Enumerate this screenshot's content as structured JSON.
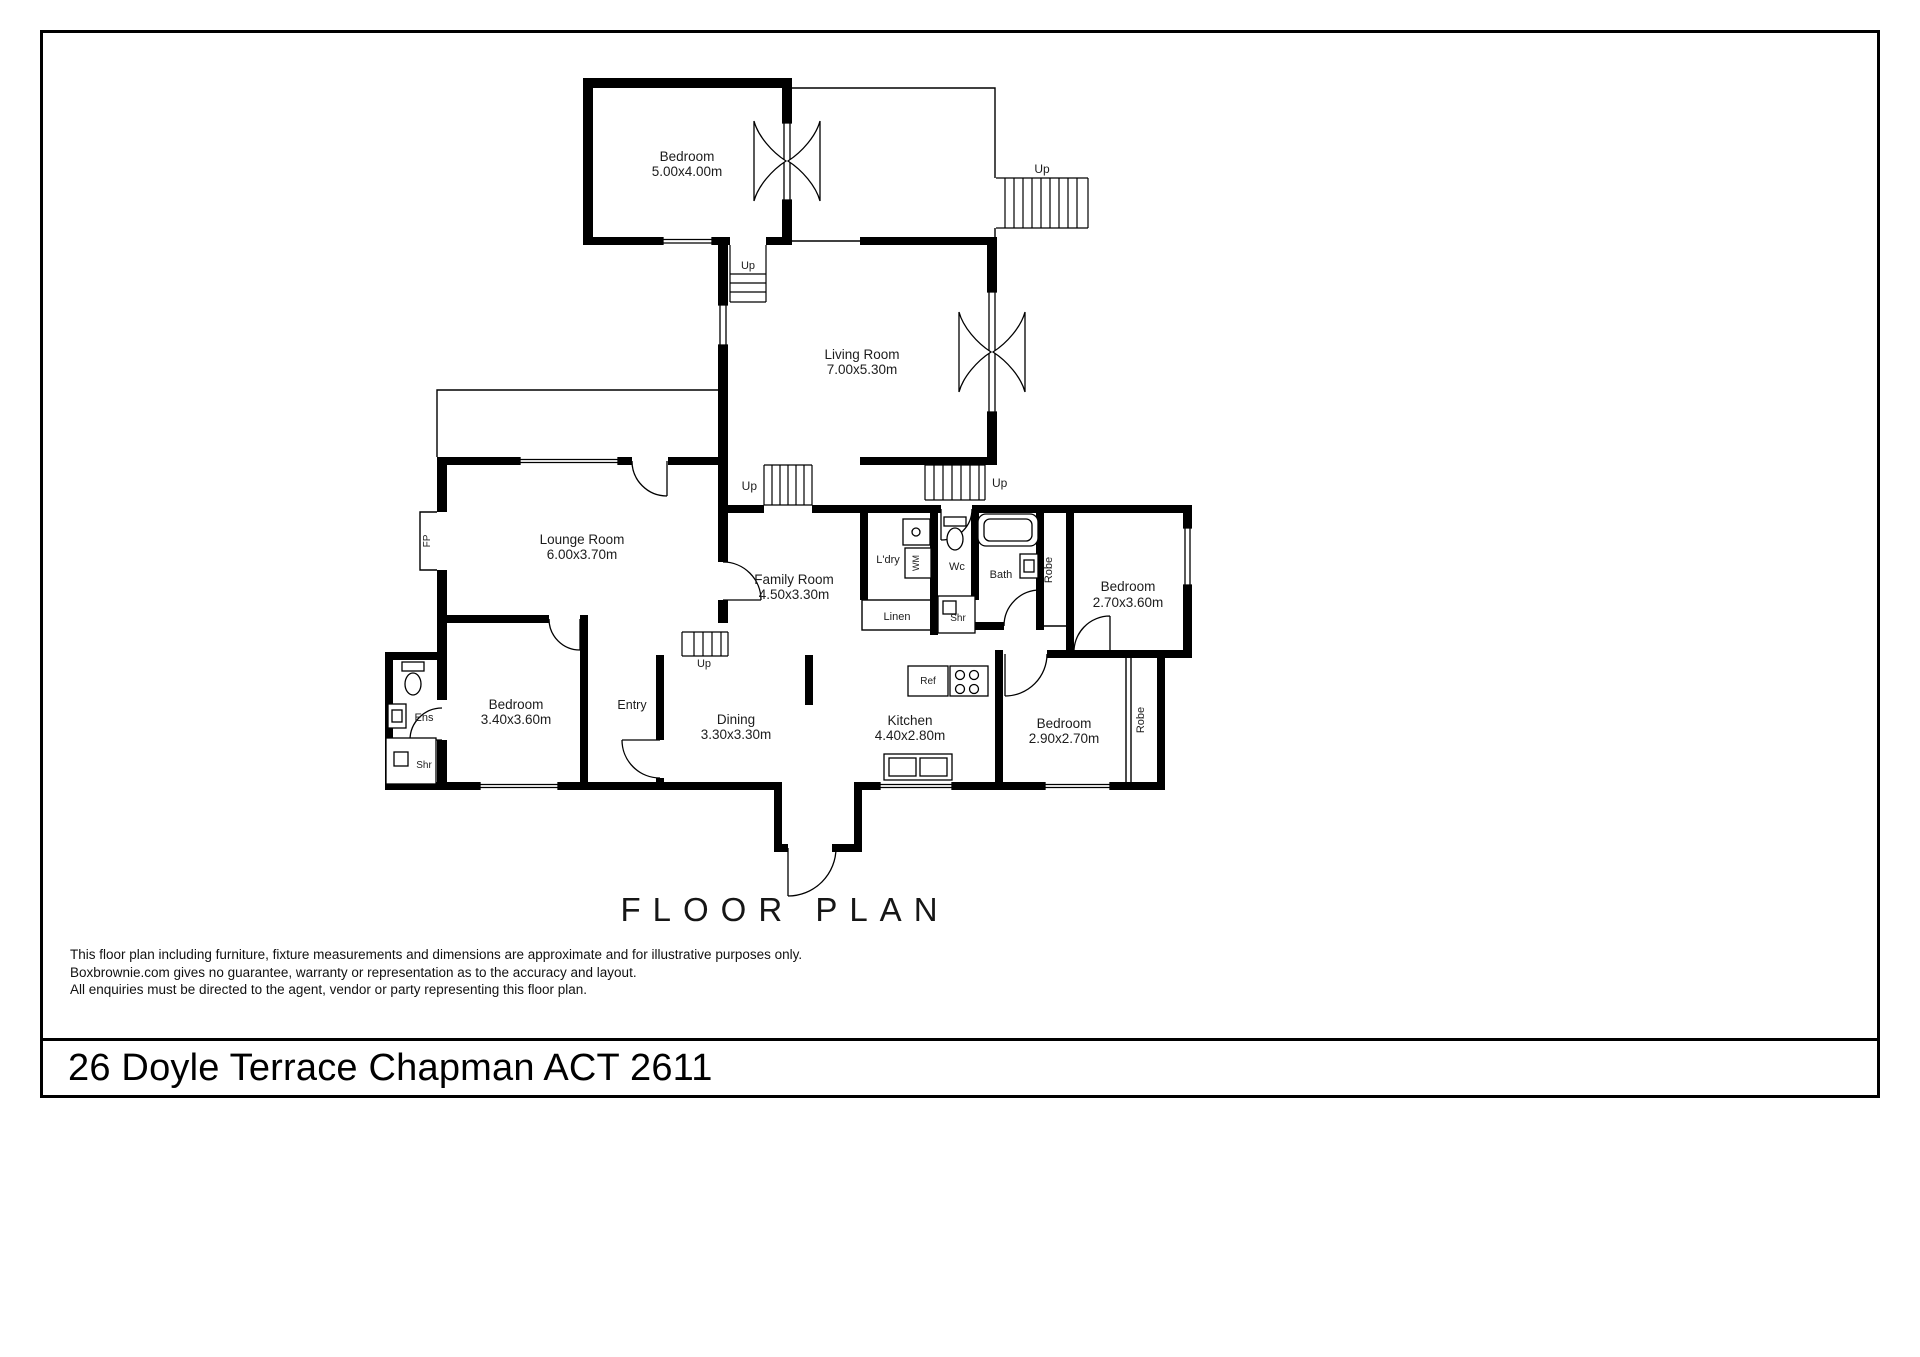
{
  "page": {
    "title": "FLOOR PLAN",
    "address": "26 Doyle Terrace Chapman ACT 2611",
    "disclaimer": [
      "This floor plan including furniture, fixture measurements and dimensions are approximate and for illustrative purposes only.",
      "Boxbrownie.com gives no guarantee, warranty or representation as to the accuracy and layout.",
      "All enquiries must be directed to the agent, vendor or party representing this floor plan."
    ]
  },
  "rooms": {
    "bedroom_top": {
      "name": "Bedroom",
      "dims": "5.00x4.00m"
    },
    "living": {
      "name": "Living Room",
      "dims": "7.00x5.30m"
    },
    "lounge": {
      "name": "Lounge Room",
      "dims": "6.00x3.70m"
    },
    "family": {
      "name": "Family Room",
      "dims": "4.50x3.30m"
    },
    "bedroom_right": {
      "name": "Bedroom",
      "dims": "2.70x3.60m"
    },
    "bedroom_left": {
      "name": "Bedroom",
      "dims": "3.40x3.60m"
    },
    "bedroom_bottom": {
      "name": "Bedroom",
      "dims": "2.90x2.70m"
    },
    "dining": {
      "name": "Dining",
      "dims": "3.30x3.30m"
    },
    "kitchen": {
      "name": "Kitchen",
      "dims": "4.40x2.80m"
    },
    "entry": {
      "name": "Entry"
    },
    "laundry": {
      "name": "L'dry"
    },
    "wc": {
      "name": "Wc"
    },
    "bath": {
      "name": "Bath"
    },
    "linen": {
      "name": "Linen"
    },
    "ens": {
      "name": "Ens"
    }
  },
  "labels": {
    "up": "Up",
    "robe": "Robe",
    "shr": "Shr",
    "fp": "FP",
    "wm": "WM",
    "ref": "Ref"
  }
}
